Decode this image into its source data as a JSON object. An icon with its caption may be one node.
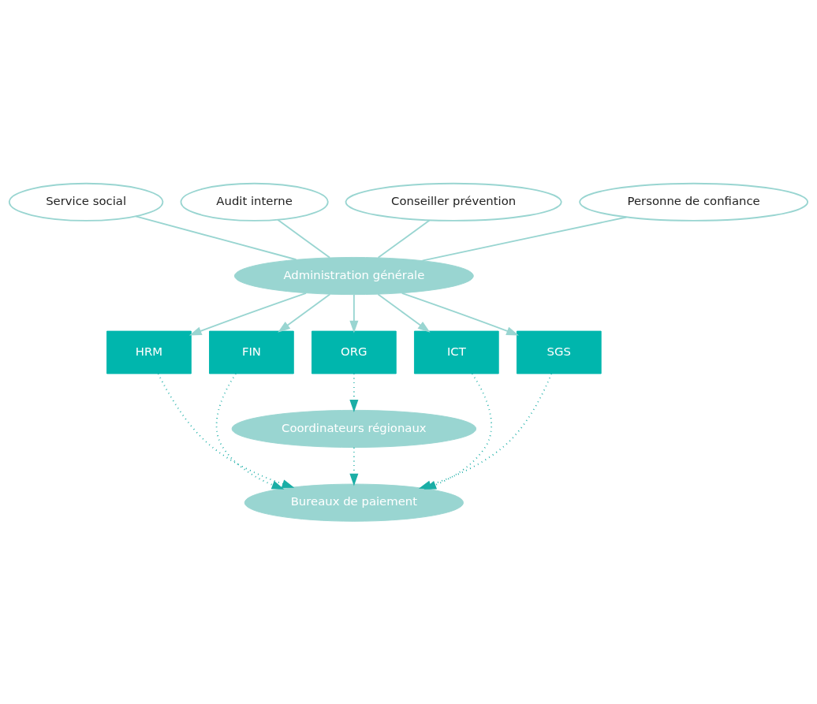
{
  "diagram": {
    "nodes": [
      {
        "text": [
          "Service social"
        ]
      },
      {
        "text": [
          "Audit interne"
        ]
      },
      {
        "text": [
          "Conseiller prévention"
        ]
      },
      {
        "text": [
          "Personne de confiance"
        ]
      },
      {
        "text": [
          "Administration générale"
        ]
      },
      {
        "text": [
          "ORG"
        ]
      },
      {
        "text": [
          "FIN"
        ]
      },
      {
        "text": [
          "ICT"
        ]
      },
      {
        "text": [
          "HRM"
        ]
      },
      {
        "text": [
          "SGS"
        ]
      },
      {
        "text": [
          "Coordinateurs régionaux"
        ]
      },
      {
        "text": [
          "Bureaux de paiement"
        ]
      }
    ],
    "edges": [
      {
        "from": 0,
        "to": 4,
        "arrow": "none"
      },
      {
        "from": 1,
        "to": 4,
        "arrow": "none"
      },
      {
        "from": 2,
        "to": 4,
        "arrow": "none"
      },
      {
        "from": 3,
        "to": 4,
        "arrow": "none"
      },
      {
        "from": 4,
        "to": 8,
        "arrow": "to"
      },
      {
        "from": 4,
        "to": 6,
        "arrow": "to"
      },
      {
        "from": 4,
        "to": 5,
        "arrow": "to"
      },
      {
        "from": 4,
        "to": 7,
        "arrow": "to"
      },
      {
        "from": 4,
        "to": 9,
        "arrow": "to"
      },
      {
        "from": 5,
        "to": 10,
        "arrow": "to",
        "style": "dashed",
        "color": "#1aaea6"
      },
      {
        "from": 10,
        "to": 11,
        "arrow": "to",
        "style": "dashed",
        "color": "#1aaea6"
      },
      {
        "from": 6,
        "to": 11,
        "arrow": "to",
        "style": "dashed",
        "color": "#1aaea6"
      },
      {
        "from": 7,
        "to": 11,
        "arrow": "to",
        "style": "dashed",
        "color": "#1aaea6"
      },
      {
        "from": 8,
        "to": 11,
        "arrow": "to",
        "style": "dashed",
        "color": "#1aaea6"
      },
      {
        "from": 9,
        "to": 11,
        "arrow": "to",
        "style": "dashed",
        "color": "#1aaea6"
      }
    ]
  }
}
